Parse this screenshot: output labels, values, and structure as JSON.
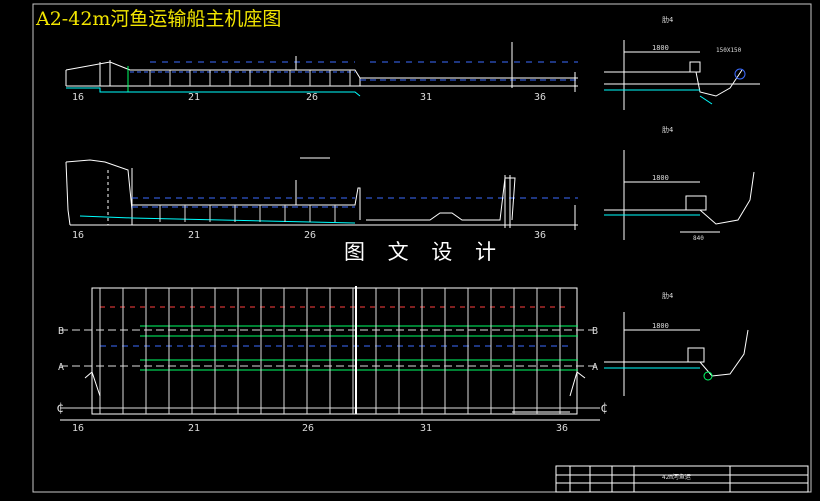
{
  "title": "A2-42m河鱼运输船主机座图",
  "watermark": "图 文 设 计",
  "title_block_label": "42m河鱼运",
  "frame_numbers": {
    "top": [
      "16",
      "21",
      "26",
      "31",
      "36"
    ],
    "middle": [
      "16",
      "21",
      "26",
      "36"
    ],
    "bottom": [
      "16",
      "21",
      "26",
      "31",
      "36"
    ]
  },
  "axis_labels": {
    "left": [
      "B",
      "A",
      "¢"
    ],
    "right": [
      "B",
      "A",
      "¢"
    ]
  },
  "dimensions": {
    "section1_width": "1800",
    "section1_dim2": "150X150",
    "section2_width": "1800",
    "section2_dim_bottom": "840",
    "section3_width": "1800"
  },
  "section_marks": [
    "肋4",
    "肋4",
    "肋4"
  ]
}
